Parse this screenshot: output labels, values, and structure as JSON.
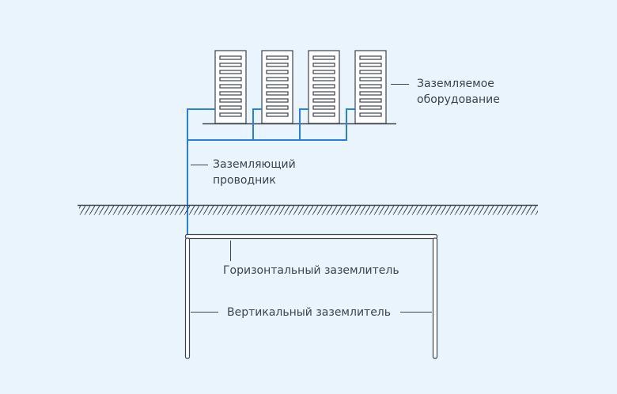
{
  "labels": {
    "equipment": [
      "Заземляемое",
      "оборудование"
    ],
    "conductor": [
      "Заземляющий",
      "проводник"
    ],
    "horizontal": "Горизонтальный заземлитель",
    "vertical": "Вертикальный заземлитель"
  },
  "colors": {
    "background": "#eaf4fc",
    "conductor": "#2a7de1",
    "line": "#3b4350",
    "rack_fill": "#ffffff"
  }
}
